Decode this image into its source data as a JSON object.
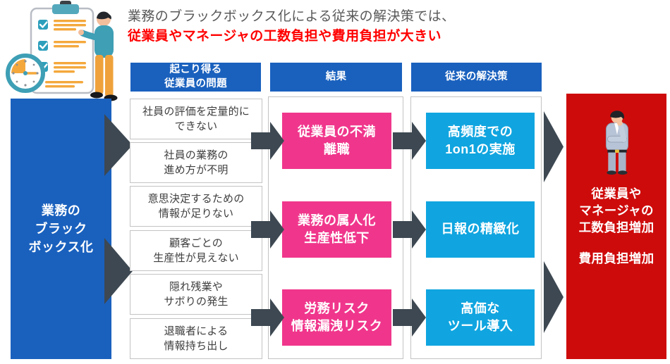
{
  "palette": {
    "blue": "#1A61BE",
    "pink": "#F0368C",
    "cyan": "#10A5E0",
    "red": "#CE0B0B",
    "arrow": "#3D4852",
    "title-gray": "#595959",
    "title-red": "#FF0000",
    "box-border": "#C3C3C3",
    "box-text": "#3F3F3F"
  },
  "title": {
    "line1": "業務のブラックボックス化による従来の解決策では、",
    "line2": "従業員やマネージャの工数負担や費用負担が大きい"
  },
  "source": {
    "label": "業務の\nブラック\nボックス化"
  },
  "columns": {
    "problems": {
      "header": "起こり得る\n従業員の問題",
      "items": [
        {
          "text": "社員の評価を定量的に\nできない"
        },
        {
          "text": "社員の業務の\n進め方が不明"
        },
        {
          "text": "意思決定するための\n情報が足りない"
        },
        {
          "text": "顧客ごとの\n生産性が見えない"
        },
        {
          "text": "隠れ残業や\nサボりの発生"
        },
        {
          "text": "退職者による\n情報持ち出し"
        }
      ]
    },
    "results": {
      "header": "結果",
      "items": [
        {
          "text": "従業員の不満\n離職"
        },
        {
          "text": "業務の属人化\n生産性低下"
        },
        {
          "text": "労務リスク\n情報漏洩リスク"
        }
      ]
    },
    "solutions": {
      "header": "従来の解決策",
      "items": [
        {
          "text": "高頻度での\n1on1の実施"
        },
        {
          "text": "日報の精緻化"
        },
        {
          "text": "高価な\nツール導入"
        }
      ]
    }
  },
  "outcome": {
    "burden1": "従業員や\nマネージャの\n工数負担増加",
    "burden2": "費用負担増加"
  },
  "icons": {
    "checklist": "checklist-clipboard-illustration",
    "clock": "clock-icon",
    "businessman": "thinking-businessman-illustration",
    "arrow": "arrow-right-icon",
    "chevron": "chevron-right-icon"
  }
}
